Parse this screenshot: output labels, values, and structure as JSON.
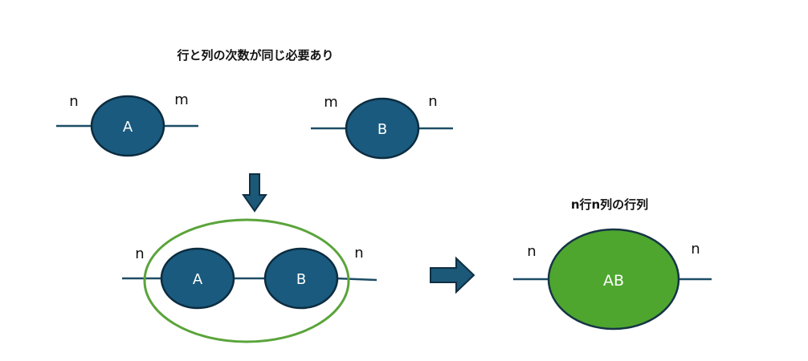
{
  "colors": {
    "node_fill": "#1a5a7e",
    "node_stroke": "#0c2c3f",
    "edge": "#1d4d66",
    "contract_ring": "#5aa43a",
    "result_fill": "#4ea62f",
    "result_stroke": "#163546",
    "arrow_fill": "#1c5878",
    "arrow_stroke": "#0f2f42"
  },
  "heading": "行と列の次数が同じ必要あり",
  "tensor_a": {
    "name": "A",
    "left_index": "n",
    "right_index": "m"
  },
  "tensor_b": {
    "name": "B",
    "left_index": "m",
    "right_index": "n"
  },
  "contracted": {
    "left_node": "A",
    "right_node": "B",
    "left_index": "n",
    "right_index": "n"
  },
  "result": {
    "caption": "n行n列の行列",
    "name": "AB",
    "left_index": "n",
    "right_index": "n"
  }
}
